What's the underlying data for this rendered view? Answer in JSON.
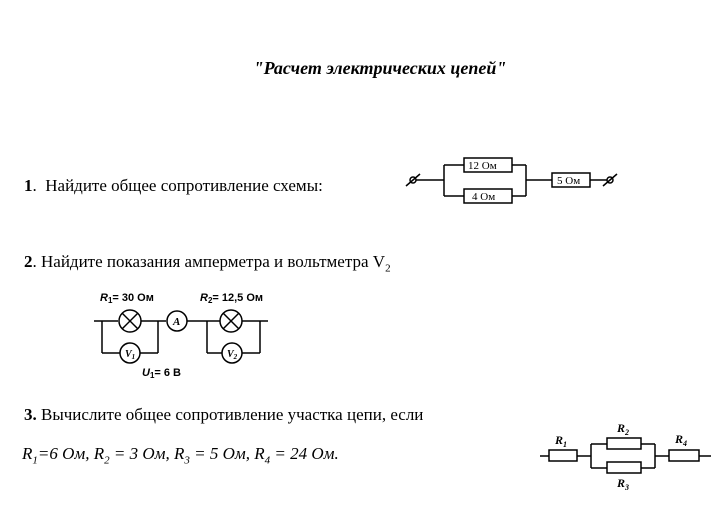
{
  "document": {
    "title": "\"Расчет электрических цепей\""
  },
  "task1": {
    "number": "1",
    "dot": ".",
    "text": "Найдите общее сопротивление схемы:",
    "circuit": {
      "r_top": "12 Ом",
      "r_bottom": "4 Ом",
      "r_series": "5 Ом"
    }
  },
  "task2": {
    "number": "2",
    "text": ". Найдите показания амперметра и вольтметра V",
    "subscript": "2",
    "circuit": {
      "r1_label": "R",
      "r1_sub": "1",
      "r1_value": "= 30 Ом",
      "r2_label": "R",
      "r2_sub": "2",
      "r2_value": "= 12,5 Ом",
      "ammeter": "A",
      "v1_letter": "V",
      "v1_sub": "1",
      "v2_letter": "V",
      "v2_sub": "2",
      "u1_label": "U",
      "u1_sub": "1",
      "u1_value": "= 6 В"
    }
  },
  "task3": {
    "number": "3.",
    "text": " Вычислите общее сопротивление участка цепи, если",
    "values": {
      "r1": "R",
      "r1_sub": "1",
      "r1_val": "=6 Ом,",
      "r2": " R",
      "r2_sub": "2",
      "r2_val": " = 3 Ом,",
      "r3": " R",
      "r3_sub": "3",
      "r3_val": " = 5 Ом,",
      "r4": " R",
      "r4_sub": "4",
      "r4_val": " = 24 Ом."
    },
    "circuit": {
      "r1_label": "R",
      "r1_sub": "1",
      "r2_label": "R",
      "r2_sub": "2",
      "r3_label": "R",
      "r3_sub": "3",
      "r4_label": "R",
      "r4_sub": "4"
    }
  }
}
